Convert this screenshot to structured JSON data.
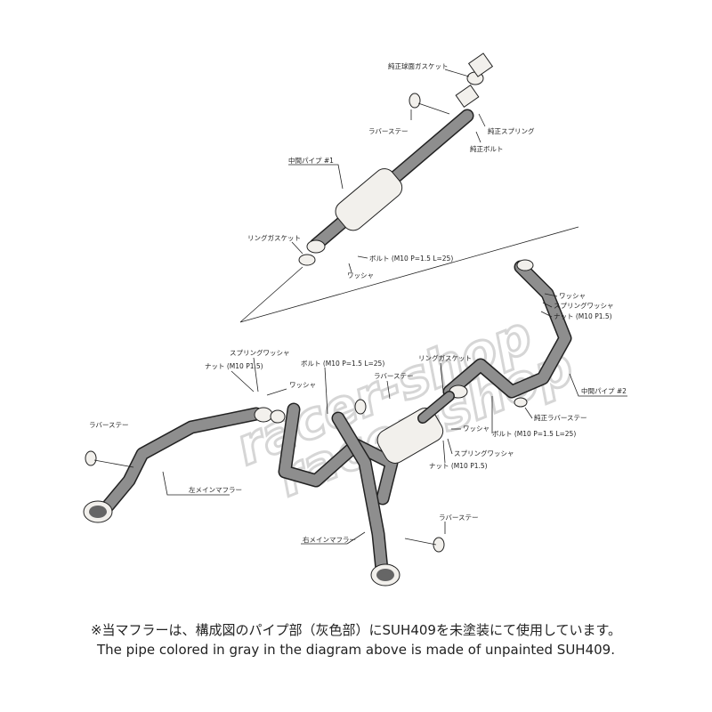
{
  "watermark": "racer-shop",
  "labels": {
    "oem_spherical_gasket": "純正球面ガスケット",
    "rubber_stay_top": "ラバーステー",
    "oem_spring": "純正スプリング",
    "oem_bolt": "純正ボルト",
    "mid_pipe_1": "中間パイプ #1",
    "ring_gasket_1": "リングガスケット",
    "bolt_1": "ボルト (M10 P=1.5 L=25)",
    "washer_1": "ワッシャ",
    "washer_2": "ワッシャ",
    "spring_washer_2": "スプリングワッシャ",
    "nut_2": "ナット (M10 P1.5)",
    "spring_washer_3": "スプリングワッシャ",
    "nut_3": "ナット (M10 P1.5)",
    "bolt_3": "ボルト (M10 P=1.5 L=25)",
    "washer_3": "ワッシャ",
    "ring_gasket_2": "リングガスケット",
    "rubber_stay_mid": "ラバーステー",
    "mid_pipe_2": "中間パイプ #2",
    "oem_rubber_stay": "純正ラバーステー",
    "washer_4": "ワッシャ",
    "bolt_4": "ボルト (M10 P=1.5 L=25)",
    "spring_washer_4": "スプリングワッシャ",
    "nut_4": "ナット (M10 P1.5)",
    "rubber_stay_left": "ラバーステー",
    "left_main_muffler": "左メインマフラー",
    "right_main_muffler": "右メインマフラー",
    "rubber_stay_right": "ラバーステー"
  },
  "footer": {
    "note_ja": "※当マフラーは、構成図のパイプ部（灰色部）にSUH409を未塗装にて使用しています。",
    "note_en": "The pipe colored in gray in the diagram above is made of unpainted SUH409."
  }
}
